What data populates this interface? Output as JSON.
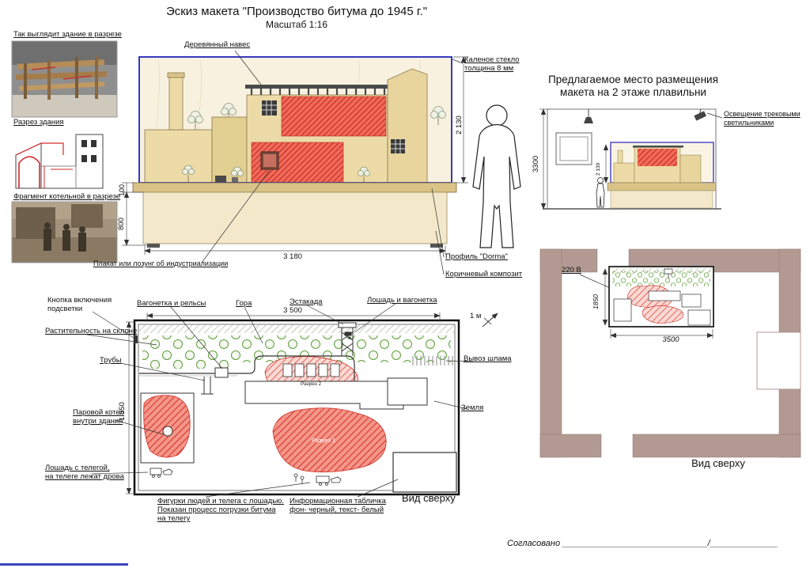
{
  "page": {
    "title": "Эскиз макета \"Производство битума до 1945 г.\"",
    "subtitle": "Масштаб 1:16",
    "approved": "Согласовано ______________________________/______________"
  },
  "left_panel": {
    "photo1_caption": "Так выглядит здание  в разрезе",
    "section_caption": "Разрез здания",
    "photo2_caption": "Фрагмент котельной в разрезе"
  },
  "elevation": {
    "canopy_label": "Деревянный навес",
    "glass_label_1": "Каленое стекло",
    "glass_label_2": "толщина 8 мм",
    "poster_label": "Плакат или лозунг об индустриализации",
    "profile_label": "Профиль \"Dorma\"",
    "composite_label": "Коричневый композит",
    "dim_height": "2 130",
    "dim_slab": "100",
    "dim_base": "800",
    "dim_width": "3 180"
  },
  "placement": {
    "title_1": "Предлагаемое место размещения",
    "title_2": "макета на 2 этаже плавильни",
    "lighting_1": "Освещение трековыми",
    "lighting_2": "светильниками",
    "dim_room_height": "3300",
    "dim_model_height": "2 130",
    "power": "220 В",
    "dim_depth": "1850",
    "dim_width": "3500",
    "top_view": "Вид сверху"
  },
  "plan": {
    "button_1": "Кнопка включения",
    "button_2": "подсветки",
    "trolley": "Вагонетка и рельсы",
    "mountain": "Гора",
    "trestle": "Эстакада",
    "horse_trolley": "Лошадь и вагонетка",
    "dim_width": "3 500",
    "scale": "1 м",
    "vegetation": "Растительность на склоне",
    "pipes": "Трубы",
    "slag": "Вывоз шлама",
    "boiler_1": "Паровой котел",
    "boiler_2": "внутри здания",
    "ground": "Земля",
    "dim_height": "1 850",
    "horse_cart_1": "Лошадь с телегой,",
    "horse_cart_2": "на телеге лежат дрова",
    "figures_1": "Фигурки людей и телега с лошадью.",
    "figures_2": "Показан процесс погрузки битума",
    "figures_3": "на телегу",
    "plaque_1": "Информационная табличка",
    "plaque_2": "фон- черный, текст- белый",
    "section1": "Разрез 1",
    "section2": "Разрез 2",
    "top_view": "Вид сверху"
  },
  "colors": {
    "glass_case_outline": "#2323bb",
    "section_red": "#d6372a",
    "wall_mauve": "#b29a92",
    "building_tan": "#ecdba6",
    "vegetation_green": "#5f9e3e"
  }
}
